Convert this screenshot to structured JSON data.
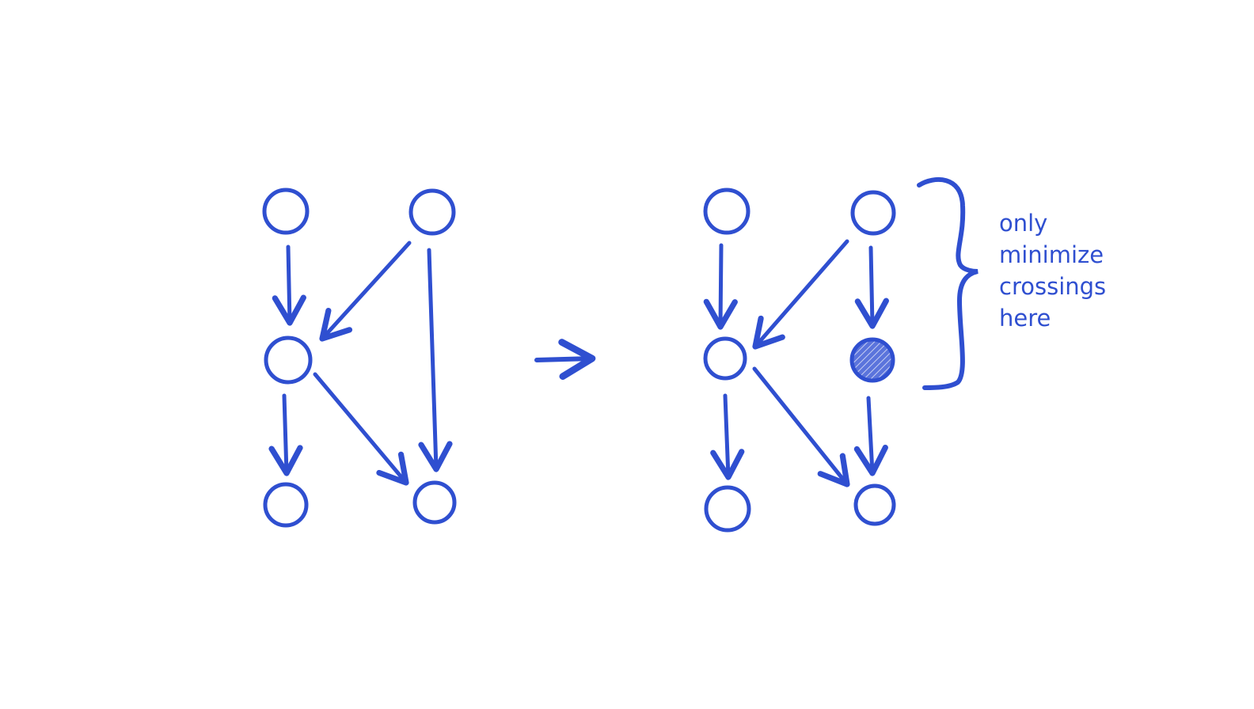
{
  "colors": {
    "ink": "#2f4fd0",
    "background": "#ffffff"
  },
  "annotation": {
    "lines": [
      "only",
      "minimize",
      "crossings",
      "here"
    ]
  },
  "graphs": {
    "before": {
      "nodes": 5,
      "edges": 5
    },
    "after": {
      "nodes": 6,
      "edges": 6,
      "dummy_nodes": 1
    }
  }
}
